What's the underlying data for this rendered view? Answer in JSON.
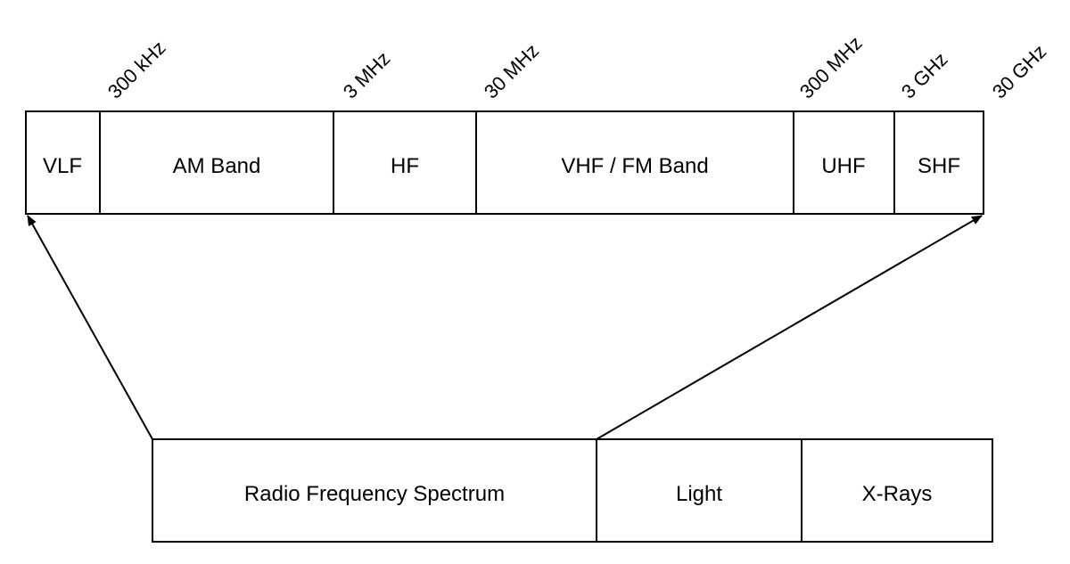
{
  "top_bar": {
    "bands": [
      {
        "label": "VLF"
      },
      {
        "label": "AM Band"
      },
      {
        "label": "HF"
      },
      {
        "label": "VHF / FM Band"
      },
      {
        "label": "UHF"
      },
      {
        "label": "SHF"
      }
    ],
    "frequency_labels": [
      "300 kHz",
      "3 MHz",
      "30 MHz",
      "300 MHz",
      "3 GHz",
      "30 GHz"
    ]
  },
  "bottom_bar": {
    "segments": [
      {
        "label": "Radio Frequency Spectrum"
      },
      {
        "label": "Light"
      },
      {
        "label": "X-Rays"
      }
    ]
  },
  "colors": {
    "stroke": "#000000",
    "background": "#ffffff"
  }
}
